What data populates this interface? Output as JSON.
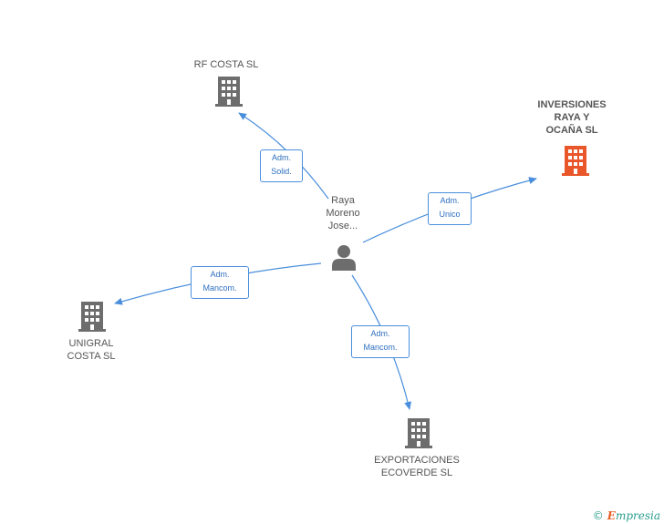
{
  "colors": {
    "edge": "#4a8fdc",
    "building": "#6d6d6d",
    "building_highlight": "#e8562a",
    "person": "#6d6d6d"
  },
  "center_person": {
    "label": "Raya\nMoreno\nJose...",
    "icon": "person-icon"
  },
  "companies": [
    {
      "id": "rf-costa",
      "label": "RF COSTA SL",
      "highlight": false,
      "icon": "building-icon"
    },
    {
      "id": "inversiones",
      "label": "INVERSIONES\nRAYA Y\nOCAÑA SL",
      "highlight": true,
      "icon": "building-icon"
    },
    {
      "id": "unigral",
      "label": "UNIGRAL\nCOSTA SL",
      "highlight": false,
      "icon": "building-icon"
    },
    {
      "id": "exportaciones",
      "label": "EXPORTACIONES\nECOVERDE SL",
      "highlight": false,
      "icon": "building-icon"
    }
  ],
  "relations": [
    {
      "to": "rf-costa",
      "label": "Adm.\nSolid."
    },
    {
      "to": "inversiones",
      "label": "Adm.\nUnico"
    },
    {
      "to": "unigral",
      "label": "Adm.\nMancom."
    },
    {
      "to": "exportaciones",
      "label": "Adm.\nMancom."
    }
  ],
  "footer": {
    "copyright": "©",
    "brand_initial": "E",
    "brand_rest": "mpresia"
  }
}
